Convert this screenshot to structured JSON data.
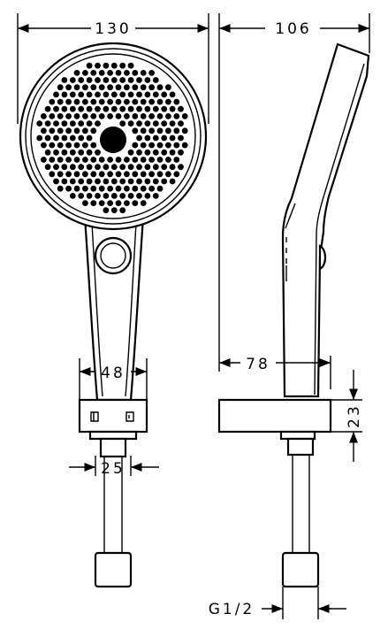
{
  "dimensions": {
    "head_width": "130",
    "side_depth": "106",
    "handle_width": "48",
    "wall_offset": "78",
    "holder_height": "23",
    "hose_width": "25",
    "thread": "G1/2"
  }
}
